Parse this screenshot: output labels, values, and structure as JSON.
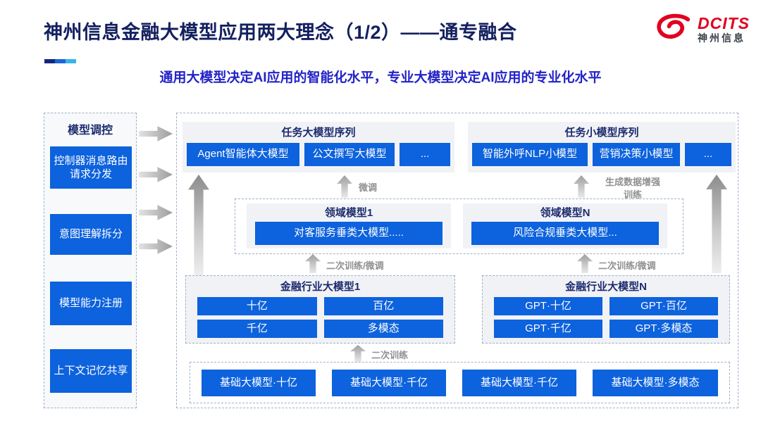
{
  "header": {
    "title": "神州信息金融大模型应用两大理念（1/2）——通专融合",
    "subtitle": "通用大模型决定AI应用的智能化水平，专业大模型决定AI应用的专业化水平",
    "logo": {
      "brand": "DCITS",
      "brand_cn": "神州信息"
    }
  },
  "sidebar": {
    "title": "模型调控",
    "items": [
      "控制器消息路由请求分发",
      "意图理解拆分",
      "模型能力注册",
      "上下文记忆共享"
    ]
  },
  "main": {
    "task_large": {
      "title": "任务大模型序列",
      "items": [
        "Agent智能体大模型",
        "公文撰写大模型",
        "..."
      ]
    },
    "task_small": {
      "title": "任务小模型序列",
      "items": [
        "智能外呼NLP小模型",
        "营销决策小模型",
        "..."
      ]
    },
    "domain1": {
      "title": "领域模型1",
      "item": "对客服务垂类大模型....."
    },
    "domainN": {
      "title": "领域模型N",
      "item": "风险合规垂类大模型..."
    },
    "industry1": {
      "title": "金融行业大模型1",
      "items": [
        "十亿",
        "百亿",
        "千亿",
        "多模态"
      ]
    },
    "industryN": {
      "title": "金融行业大模型N",
      "items": [
        "GPT·十亿",
        "GPT·百亿",
        "GPT·千亿",
        "GPT·多模态"
      ]
    },
    "base_models": [
      "基础大模型·十亿",
      "基础大模型·千亿",
      "基础大模型·千亿",
      "基础大模型·多模态"
    ],
    "labels": {
      "finetune": "微调",
      "gen_data_line1": "生成数据增强",
      "gen_data_line2": "训练",
      "retrain_finetune": "二次训练/微调",
      "retrain": "二次训练"
    }
  },
  "colors": {
    "accent_blue": "#0d62dd",
    "navy_title": "#13205f",
    "subtitle_blue": "#2323c8",
    "logo_red": "#e1001f",
    "label_gray": "#8f8f8f",
    "panel_gray": "#f1f2f6"
  }
}
